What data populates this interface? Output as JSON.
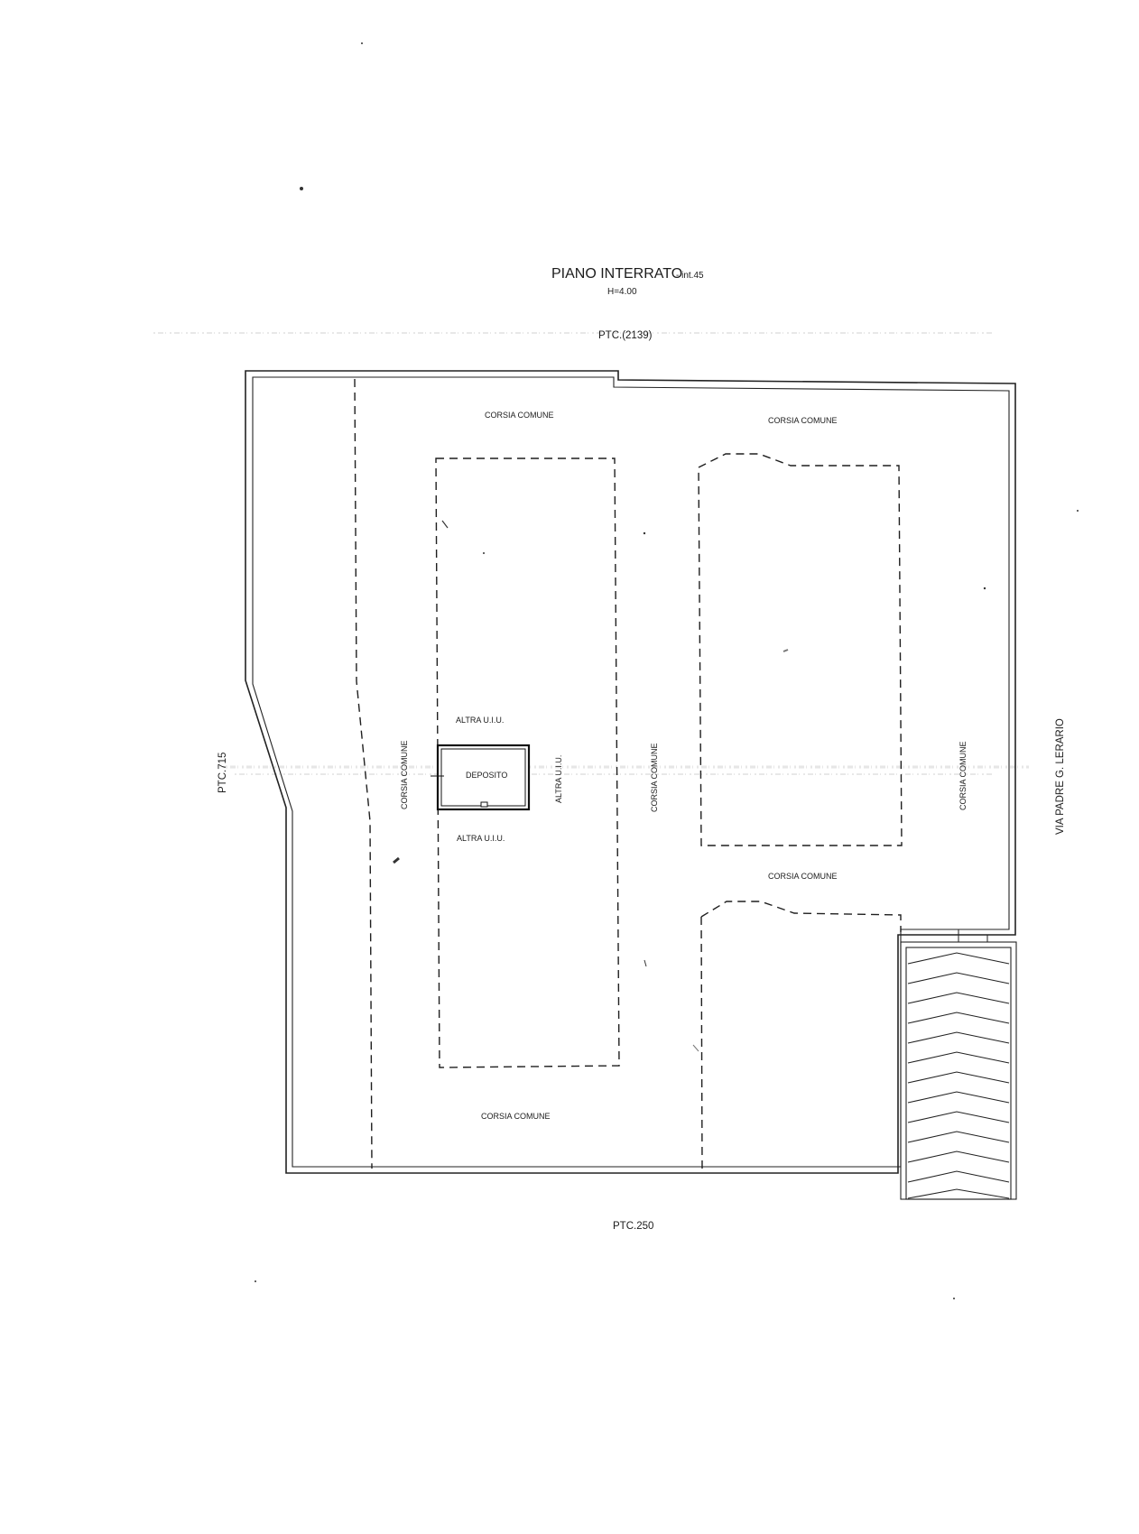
{
  "title": {
    "main": "PIANO INTERRATO",
    "unit": "- int.45",
    "height": "H=4.00"
  },
  "references": {
    "north": "PTC.(2139)",
    "south": "PTC.250",
    "west": "PTC.715",
    "east": "VIA PADRE G. LERARIO"
  },
  "areas": {
    "corsia_top_left": "CORSIA COMUNE",
    "corsia_top_right": "CORSIA COMUNE",
    "corsia_left_vertical": "CORSIA COMUNE",
    "corsia_middle_vertical": "CORSIA COMUNE",
    "corsia_right_vertical": "CORSIA COMUNE",
    "corsia_middle_horizontal": "CORSIA COMUNE",
    "corsia_bottom": "CORSIA COMUNE",
    "altra_uiu_top": "ALTRA U.I.U.",
    "altra_uiu_right": "ALTRA U.I.U.",
    "altra_uiu_bottom": "ALTRA U.I.U.",
    "deposito": "DEPOSITO"
  }
}
